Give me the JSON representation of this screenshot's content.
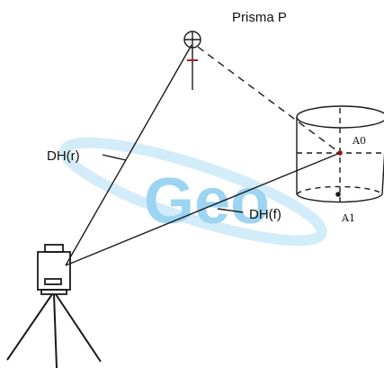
{
  "labels": {
    "prism": "Prisma P",
    "dh_r": "DH(r)",
    "dh_f": "DH(f)",
    "a0": "A0",
    "a1": "A1",
    "watermark": "Geo"
  },
  "colors": {
    "line": "#1a1a1a",
    "watermark": "#7cc6ee",
    "watermark_ring": "#9fd6f3",
    "point": "#8a1a1a"
  },
  "icons": {
    "prism": "prism-target-icon",
    "instrument": "total-station-icon",
    "tripod": "tripod-icon",
    "cylinder": "cylinder-object-icon"
  }
}
